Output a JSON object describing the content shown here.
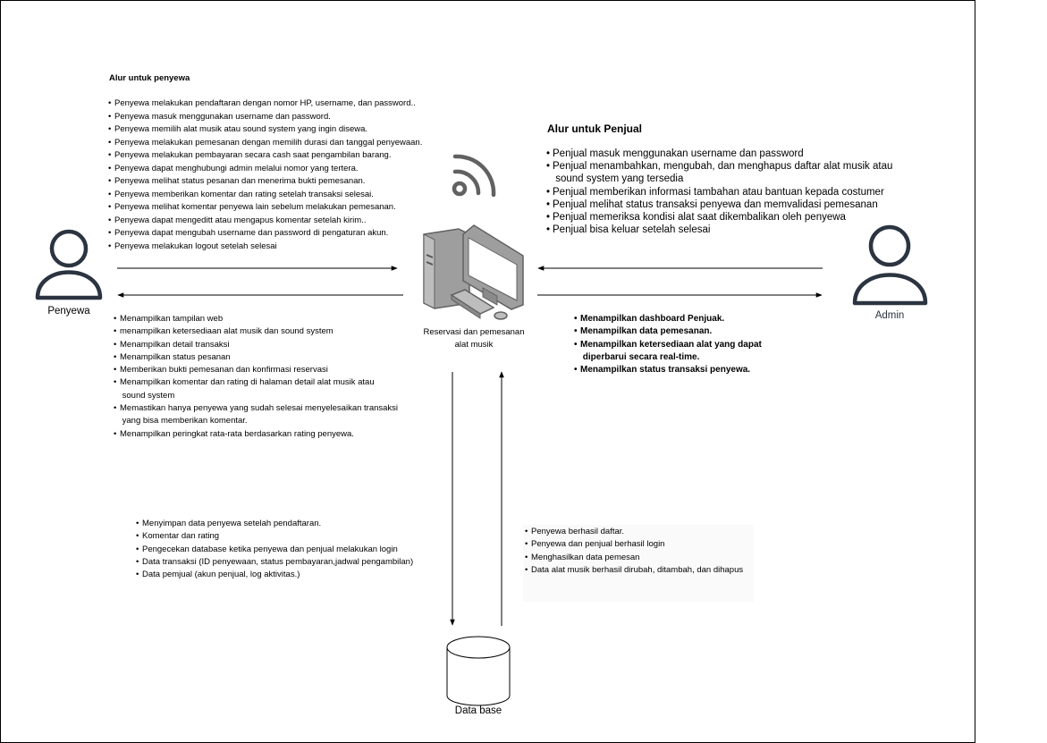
{
  "penyewa_flow": {
    "title": "Alur untuk penyewa",
    "items": [
      "Penyewa melakukan pendaftaran dengan nomor HP, username, dan password..",
      "Penyewa masuk menggunakan username dan password.",
      "Penyewa memilih alat musik atau sound system yang ingin disewa.",
      "Penyewa melakukan pemesanan dengan memilih durasi dan tanggal penyewaan.",
      "Penyewa melakukan pembayaran secara cash saat pengambilan barang.",
      "Penyewa dapat menghubungi admin melalui nomor yang tertera.",
      "Penyewa melihat status pesanan dan menerima bukti pemesanan.",
      "Penyewa memberikan komentar dan rating setelah transaksi selesai.",
      "Penyewa melihat komentar penyewa lain sebelum melakukan pemesanan.",
      "Penyewa dapat mengeditt atau mengapus komentar setelah kirim..",
      "Penyewa dapat mengubah username dan password di pengaturan akun.",
      "Penyewa melakukan logout setelah selesai"
    ]
  },
  "penjual_flow": {
    "title": "Alur untuk Penjual",
    "items": [
      "Penjual masuk menggunakan username dan password",
      "Penjual menambahkan, mengubah, dan menghapus daftar alat musik atau\n sound system yang tersedia",
      "Penjual memberikan informasi tambahan atau bantuan kepada costumer",
      "Penjual melihat status transaksi penyewa dan memvalidasi pemesanan",
      "Penjual memeriksa kondisi alat saat dikembalikan oleh penyewa",
      "Penjual bisa keluar setelah selesai"
    ]
  },
  "actors": {
    "penyewa": "Penyewa",
    "admin": "Admin"
  },
  "system": {
    "label_line1": "Reservasi dan pemesanan",
    "label_line2": "alat musik"
  },
  "database": {
    "label": "Data base"
  },
  "system_to_penyewa": [
    "Menampilkan tampilan web",
    "menampilkan ketersediaan alat musik dan sound system",
    "Menampilkan detail transaksi",
    "Menampilkan status pesanan",
    "Memberikan bukti pemesanan dan konfirmasi reservasi",
    "Menampilkan komentar dan rating di halaman detail alat musik atau\n sound system",
    "Memastikan hanya penyewa yang sudah selesai menyelesaikan transaksi\n yang bisa memberikan komentar.",
    "Menampilkan peringkat rata-rata berdasarkan rating penyewa."
  ],
  "system_to_admin": [
    "Menampilkan dashboard Penjuak.",
    "Menampilkan data pemesanan.",
    "Menampilkan ketersediaan alat yang dapat\n diperbarui secara real-time.",
    "Menampilkan status transaksi penyewa."
  ],
  "system_to_db": [
    "Menyimpan data penyewa setelah pendaftaran.",
    "Komentar dan rating",
    "Pengecekan database ketika penyewa dan penjual melakukan login",
    "Data transaksi (ID penyewaan, status pembayaran,jadwal pengambilan)",
    "Data pemjual (akun penjual, log aktivitas.)"
  ],
  "db_to_system": [
    "Penyewa berhasil daftar.",
    "Penyewa dan penjual berhasil login",
    "Menghasilkan data pemesan",
    "Data alat musik berhasil dirubah, ditambah, dan dihapus"
  ],
  "colors": {
    "actor_stroke": "#2b3440",
    "computer_gray": "#9e9e9e",
    "computer_dark": "#616161",
    "screen_white": "#ffffff",
    "db_panel_bg": "#fafafa"
  }
}
